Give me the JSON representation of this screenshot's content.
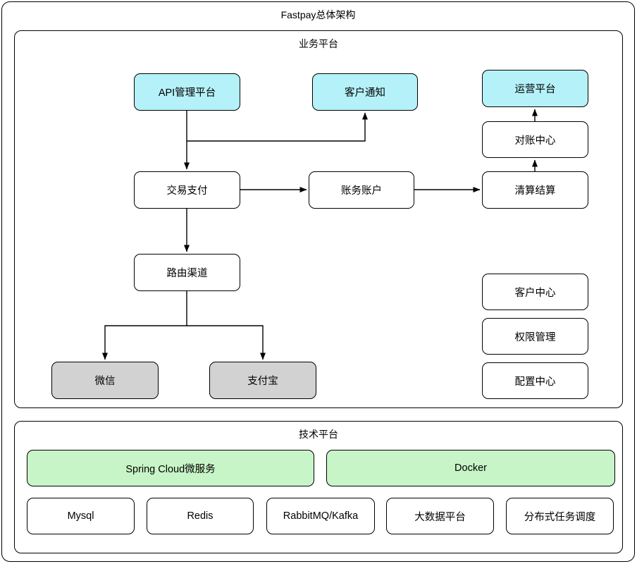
{
  "title": "Fastpay总体架构",
  "colors": {
    "node_cyan": "#b5f1f8",
    "node_green": "#c8f5c8",
    "node_gray": "#d2d2d2",
    "node_white": "#ffffff",
    "border": "#000000"
  },
  "business": {
    "label": "业务平台",
    "nodes": {
      "api": "API管理平台",
      "notify": "客户通知",
      "ops": "运营平台",
      "recon": "对账中心",
      "trade": "交易支付",
      "account": "账务账户",
      "clearing": "清算结算",
      "routing": "路由渠道",
      "customer": "客户中心",
      "perm": "权限管理",
      "config": "配置中心",
      "wechat": "微信",
      "alipay": "支付宝"
    },
    "edges": [
      {
        "from": "API管理平台",
        "to": "交易支付"
      },
      {
        "from": "API管理平台",
        "to": "客户通知"
      },
      {
        "from": "交易支付",
        "to": "账务账户"
      },
      {
        "from": "账务账户",
        "to": "清算结算"
      },
      {
        "from": "清算结算",
        "to": "对账中心"
      },
      {
        "from": "对账中心",
        "to": "运营平台"
      },
      {
        "from": "交易支付",
        "to": "路由渠道"
      },
      {
        "from": "路由渠道",
        "to": "微信"
      },
      {
        "from": "路由渠道",
        "to": "支付宝"
      }
    ]
  },
  "tech": {
    "label": "技术平台",
    "nodes": {
      "spring": "Spring Cloud微服务",
      "docker": "Docker",
      "mysql": "Mysql",
      "redis": "Redis",
      "mq": "RabbitMQ/Kafka",
      "bigdata": "大数据平台",
      "sched": "分布式任务调度"
    }
  }
}
